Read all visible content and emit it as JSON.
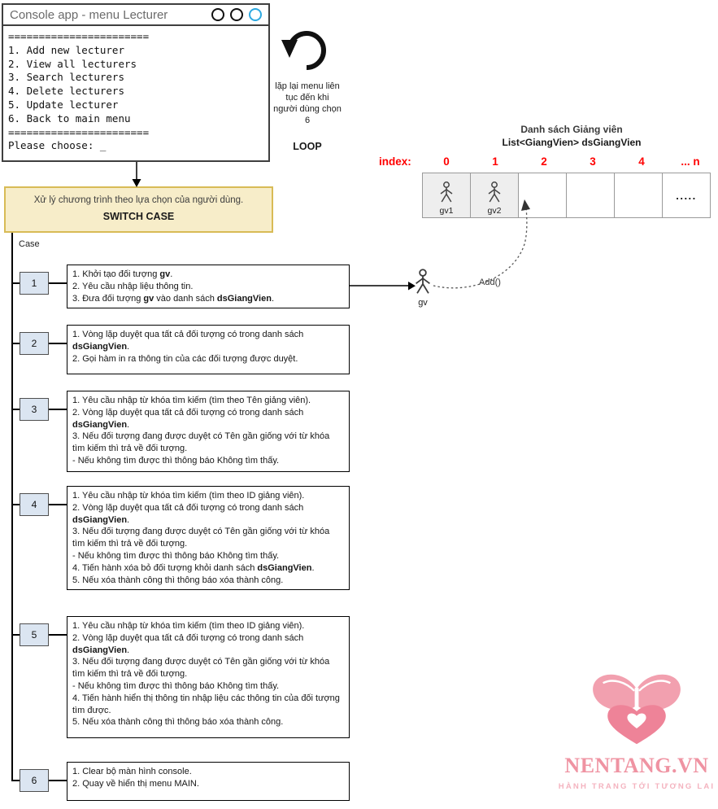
{
  "console": {
    "title": "Console app - menu Lecturer",
    "lines": [
      "=======================",
      "1. Add new lecturer",
      "2. View all lecturers",
      "3. Search lecturers",
      "4. Delete lecturers",
      "5. Update lecturer",
      "6. Back to main menu",
      "=======================",
      "Please choose: _"
    ]
  },
  "loop": {
    "caption": "lặp lại menu liên tục đến khi người dùng chọn 6",
    "label": "LOOP"
  },
  "switch_box": {
    "line1": "Xử lý chương trình theo lựa chọn của người dùng.",
    "line2": "SWITCH CASE"
  },
  "case_label": "Case",
  "cases": [
    {
      "num": "1",
      "lines": [
        "1. Khởi tạo đối tượng *gv*.",
        "2. Yêu cầu nhập liệu thông tin.",
        "3. Đưa đối tượng *gv* vào danh sách *dsGiangVien*."
      ]
    },
    {
      "num": "2",
      "lines": [
        "1. Vòng lặp duyệt qua tất cả đối tượng có trong danh sách *dsGiangVien*.",
        "2. Gọi hàm in ra thông tin của các đối tượng được duyệt."
      ]
    },
    {
      "num": "3",
      "lines": [
        "1. Yêu cầu nhập từ khóa tìm kiếm (tìm theo Tên giảng viên).",
        "2. Vòng lặp duyệt qua tất cả đối tượng có trong danh sách *dsGiangVien*.",
        "3. Nếu đối tượng đang được duyệt có Tên gần giống với từ khóa tìm kiếm thì trả về đối tượng.",
        "- Nếu không tìm được thì thông báo Không tìm thấy."
      ]
    },
    {
      "num": "4",
      "lines": [
        "1. Yêu cầu nhập từ khóa tìm kiếm (tìm theo ID giảng viên).",
        "2. Vòng lặp duyệt qua tất cả đối tượng có trong danh sách *dsGiangVien*.",
        "3. Nếu đối tượng đang được duyệt có Tên gần giống với từ khóa tìm kiếm thì trả về đối tượng.",
        "- Nếu không tìm được thì thông báo Không tìm thấy.",
        "4. Tiến hành xóa bỏ đối tượng khỏi danh sách *dsGiangVien*.",
        "5. Nếu xóa thành công thì thông báo xóa thành công."
      ]
    },
    {
      "num": "5",
      "lines": [
        "1. Yêu cầu nhập từ khóa tìm kiếm (tìm theo ID giảng viên).",
        "2. Vòng lặp duyệt qua tất cả đối tượng có trong danh sách *dsGiangVien*.",
        "3. Nếu đối tượng đang được duyệt có Tên gần giống với từ khóa tìm kiếm thì trả về đối tượng.",
        "- Nếu không tìm được thì thông báo Không tìm thấy.",
        "4. Tiến hành hiển thị thông tin nhập liệu các thông tin của đối tượng tìm được.",
        "5. Nếu xóa thành công thì thông báo xóa thành công."
      ]
    },
    {
      "num": "6",
      "lines": [
        "1. Clear bộ màn hình console.",
        "2. Quay về hiển thị menu MAIN."
      ]
    }
  ],
  "list": {
    "title": "Danh sách Giảng viên",
    "subtitle": "List<GiangVien> dsGiangVien",
    "index_label": "index:",
    "indices": [
      "0",
      "1",
      "2",
      "3",
      "4",
      "... n"
    ],
    "cell_labels": [
      "gv1",
      "gv2",
      "",
      "",
      "",
      "....."
    ],
    "add_label": "Add()",
    "actor_label": "gv"
  },
  "logo": {
    "name": "NENTANG.VN",
    "tagline": "HÀNH TRANG TỚI TƯƠNG LAI"
  },
  "colors": {
    "accent_red": "#ff0000",
    "switch_bg": "#f7edc9",
    "switch_border": "#d8bb56",
    "case_box_bg": "#dbe5f1",
    "window_circle_blue": "#2da9e1",
    "logo_pink": "#ef93a2",
    "logo_pink_light": "#f4b3bf"
  }
}
